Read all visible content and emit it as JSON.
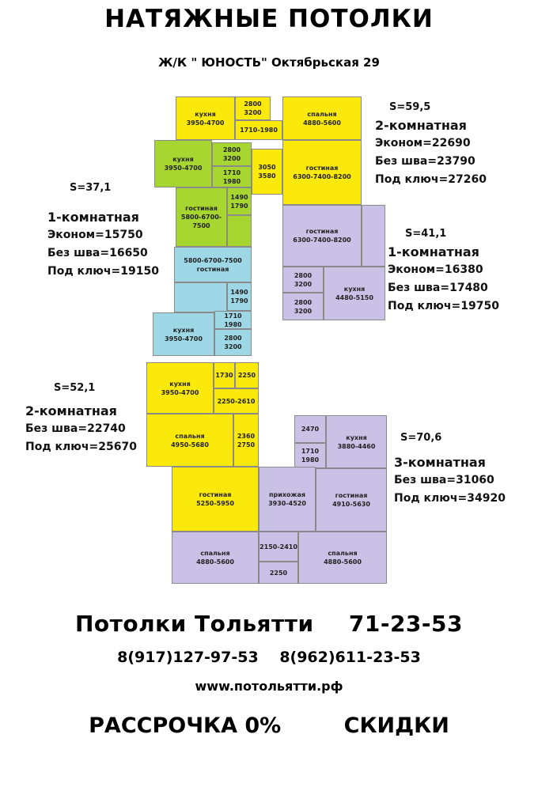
{
  "header": {
    "title": "НАТЯЖНЫЕ ПОТОЛКИ",
    "subtitle": "Ж/К \" ЮНОСТЬ\" Октябрьская 29"
  },
  "rooms": {
    "r1": {
      "name": "кухня",
      "size": "3950-4700"
    },
    "r2": {
      "name": "",
      "size": "2800\n3200"
    },
    "r3": {
      "name": "",
      "size": "1710-1980"
    },
    "r4": {
      "name": "спальня",
      "size": "4880-5600"
    },
    "r5": {
      "name": "кухня",
      "size": "3950-4700"
    },
    "r6": {
      "name": "",
      "size": "2800\n3200"
    },
    "r7": {
      "name": "",
      "size": "1710\n1980"
    },
    "r8": {
      "name": "",
      "size": "3050\n3580"
    },
    "r9": {
      "name": "гостиная",
      "size": "6300-7400-8200"
    },
    "r10": {
      "name": "гостиная",
      "size": "5800-6700-7500"
    },
    "r11": {
      "name": "",
      "size": "1490\n1790"
    },
    "r12": {
      "name": "гостиная",
      "size": "6300-7400-8200"
    },
    "r13": {
      "name": "",
      "size": "2800\n3200"
    },
    "r14": {
      "name": "кухня",
      "size": "4480-5150"
    },
    "r15": {
      "name": "",
      "size": "2800\n3200"
    },
    "r16": {
      "name": "гостиная",
      "size": "5800-6700-7500"
    },
    "r17": {
      "name": "",
      "size": "1490\n1790"
    },
    "r18": {
      "name": "кухня",
      "size": "3950-4700"
    },
    "r19": {
      "name": "",
      "size": "1710\n1980"
    },
    "r20": {
      "name": "",
      "size": "2800\n3200"
    },
    "r21": {
      "name": "кухня",
      "size": "3950-4700"
    },
    "r22": {
      "name": "",
      "size": "1730"
    },
    "r23": {
      "name": "",
      "size": "2250"
    },
    "r24": {
      "name": "",
      "size": "2250-2610"
    },
    "r25": {
      "name": "спальня",
      "size": "4950-5680"
    },
    "r26": {
      "name": "",
      "size": "2360\n2750"
    },
    "r27": {
      "name": "",
      "size": "2470"
    },
    "r28": {
      "name": "",
      "size": "1710\n1980"
    },
    "r29": {
      "name": "кухня",
      "size": "3880-4460"
    },
    "r30": {
      "name": "гостиная",
      "size": "5250-5950"
    },
    "r31": {
      "name": "прихожая",
      "size": "3930-4520"
    },
    "r32": {
      "name": "гостиная",
      "size": "4910-5630"
    },
    "r33": {
      "name": "спальня",
      "size": "4880-5600"
    },
    "r34": {
      "name": "",
      "size": "2150-2410"
    },
    "r35": {
      "name": "",
      "size": "2250"
    },
    "r36": {
      "name": "спальня",
      "size": "4880-5600"
    }
  },
  "apartments": {
    "a1": {
      "area": "S=59,5",
      "type": "2-комнатная",
      "lines": [
        "Эконом=22690",
        "Без шва=23790",
        "Под ключ=27260"
      ]
    },
    "a2": {
      "area": "S=37,1",
      "type": "1-комнатная",
      "lines": [
        "Эконом=15750",
        "Без шва=16650",
        "Под ключ=19150"
      ]
    },
    "a3": {
      "area": "S=41,1",
      "type": "1-комнатная",
      "lines": [
        "Эконом=16380",
        "Без шва=17480",
        "Под ключ=19750"
      ]
    },
    "a4": {
      "area": "S=52,1",
      "type": "2-комнатная",
      "lines": [
        "Без шва=22740",
        "Под ключ=25670"
      ]
    },
    "a5": {
      "area": "S=70,6",
      "type": "3-комнатная",
      "lines": [
        "Без шва=31060",
        "Под ключ=34920"
      ]
    }
  },
  "footer": {
    "company": "Потолки Тольятти",
    "phone_main": "71-23-53",
    "phone_1": "8(917)127-97-53",
    "phone_2": "8(962)611-23-53",
    "website": "www.потольятти.рф",
    "installment": "РАССРОЧКА 0%",
    "discounts": "СКИДКИ"
  },
  "colors": {
    "apt_59": "#fbe90c",
    "apt_37": "#a6d62f",
    "apt_41": "#c9c2e6",
    "apt_37_blue": "#9ed8e6",
    "apt_52": "#fbe90c",
    "apt_70": "#c9c2e6"
  }
}
